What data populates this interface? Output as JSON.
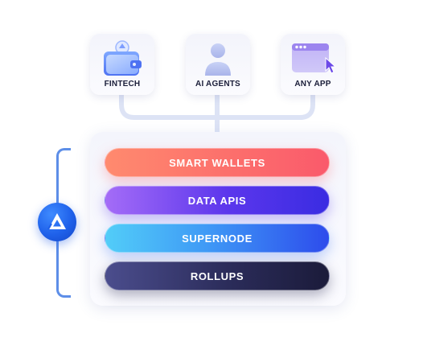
{
  "sources": [
    {
      "label": "FINTECH",
      "icon": "wallet-icon"
    },
    {
      "label": "AI AGENTS",
      "icon": "user-avatar-icon"
    },
    {
      "label": "ANY APP",
      "icon": "browser-window-cursor-icon"
    }
  ],
  "stack": {
    "layers": [
      {
        "label": "SMART WALLETS",
        "color_start": "#ff8a6e",
        "color_end": "#fa5a6b"
      },
      {
        "label": "DATA APIS",
        "color_start": "#a46cf7",
        "color_end": "#3a2ce2"
      },
      {
        "label": "SUPERNODE",
        "color_start": "#52cdf8",
        "color_end": "#2d4cec"
      },
      {
        "label": "ROLLUPS",
        "color_start": "#4b4d8d",
        "color_end": "#1b1b3a"
      }
    ]
  },
  "logo": {
    "icon": "alchemy-logo-icon",
    "color": "#1f61ea"
  },
  "accent": {
    "bracket": "#5d8ee8",
    "connector": "#dde3f5"
  }
}
